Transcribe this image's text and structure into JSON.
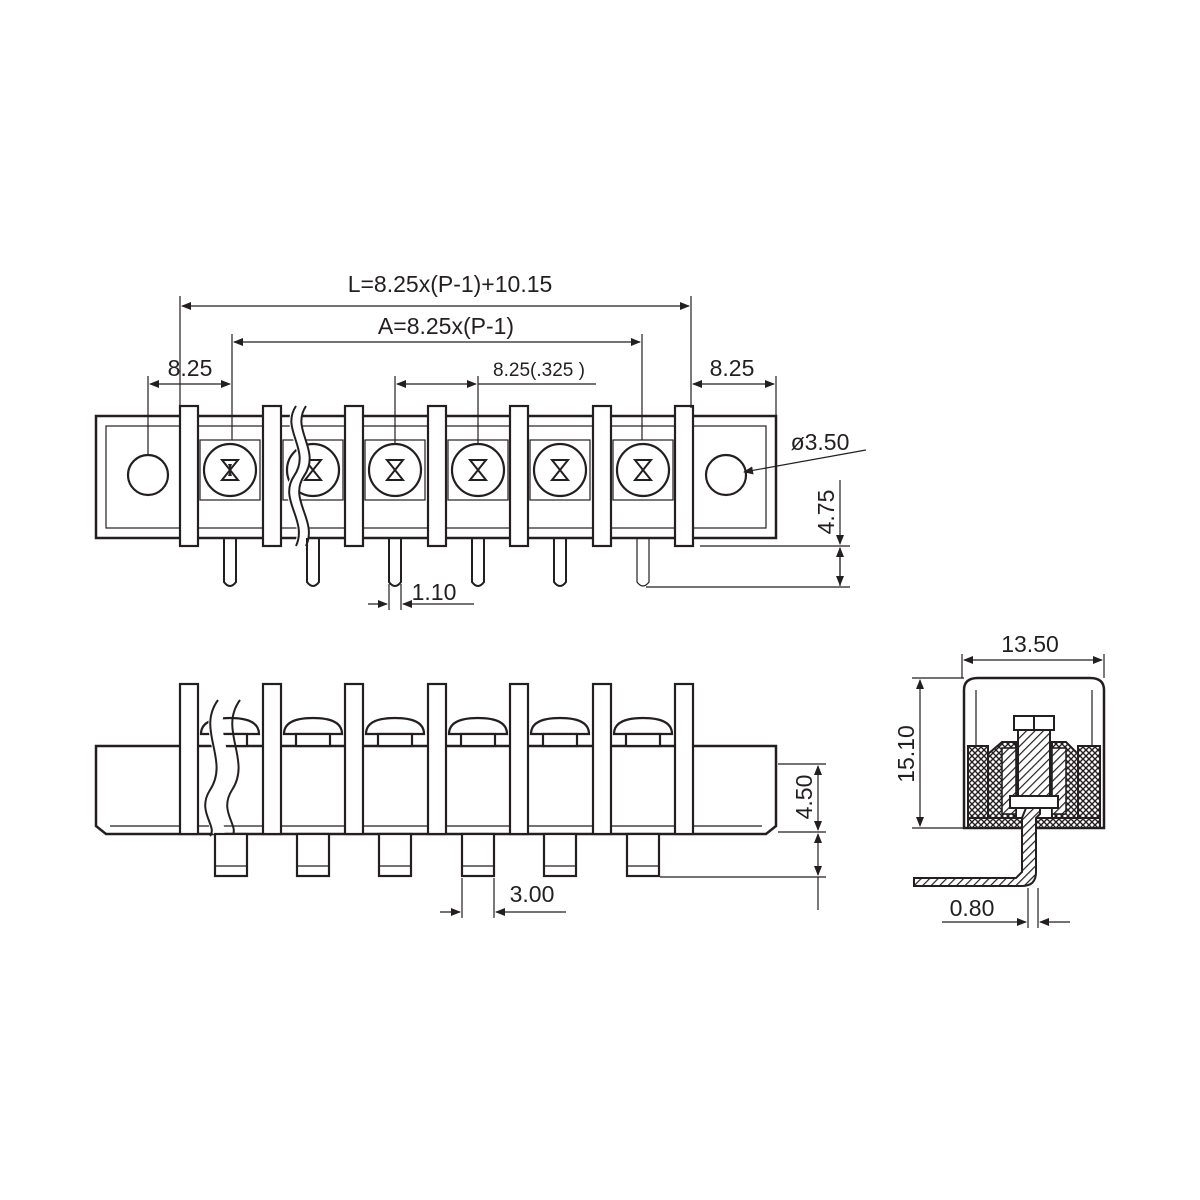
{
  "colors": {
    "ink": "#231f20",
    "background": "#ffffff"
  },
  "dimensions": {
    "length_formula": "L=8.25x(P-1)+10.15",
    "a_formula": "A=8.25x(P-1)",
    "left_pitch": "8.25",
    "right_pitch": "8.25",
    "pitch": "8.25(.325 )",
    "hole_diameter": "ø3.50",
    "pin_length": "4.75",
    "pin_width": "1.10",
    "side_height": "4.50",
    "pin_spacing": "3.00",
    "width": "13.50",
    "height": "15.10",
    "pin_thickness": "0.80"
  }
}
